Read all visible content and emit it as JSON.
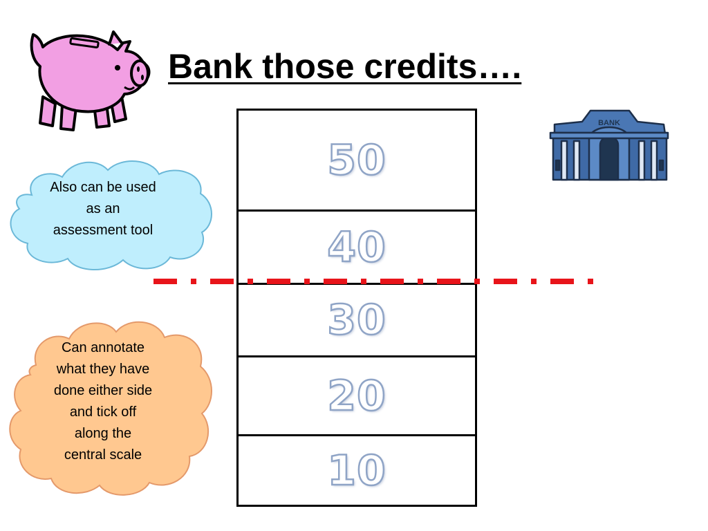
{
  "slide": {
    "title": "Bank those credits….",
    "scale": {
      "levels": [
        "50",
        "40",
        "30",
        "20",
        "10"
      ]
    },
    "note_blue": {
      "lines": [
        "Also can be used",
        "as an",
        "assessment tool"
      ]
    },
    "note_orange": {
      "lines": [
        "Can annotate",
        "what they have",
        "done either side",
        "and tick off",
        "along the",
        "central scale"
      ]
    },
    "bank_sign": "BANK",
    "colors": {
      "threshold_line": "#e8141a",
      "number_outline": "#8fa4c6",
      "blue_cloud": "#bfeefd",
      "orange_cloud": "#ffc890",
      "pig": "#f29fe3",
      "bank": "#4a77b4"
    },
    "icons": [
      "piggy-bank-icon",
      "bank-building-icon"
    ]
  }
}
